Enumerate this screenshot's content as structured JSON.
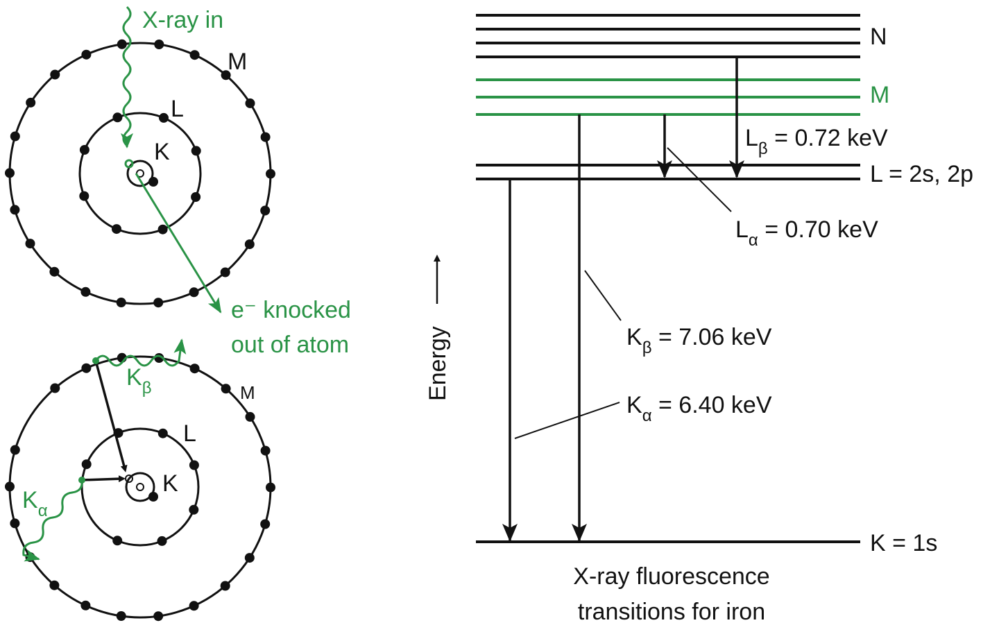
{
  "top_atom": {
    "xray_in": "X-ray in",
    "shell_m": "M",
    "shell_l": "L",
    "shell_k": "K",
    "ejected_line1": "e⁻ knocked",
    "ejected_line2": "out of atom"
  },
  "bottom_atom": {
    "kbeta_main": "K",
    "kbeta_sub": "β",
    "kalpha_main": "K",
    "kalpha_sub": "α",
    "shell_m": "M",
    "shell_l": "L",
    "shell_k": "K"
  },
  "energy_diagram": {
    "axis_label": "Energy",
    "level_n": "N",
    "level_m": "M",
    "level_l": "L = 2s, 2p",
    "level_k": "K = 1s",
    "lbeta": {
      "main": "L",
      "sub": "β",
      "value": " = 0.72 keV"
    },
    "lalpha": {
      "main": "L",
      "sub": "α",
      "value": " = 0.70 keV"
    },
    "kbeta": {
      "main": "K",
      "sub": "β",
      "value": " = 7.06 keV"
    },
    "kalpha": {
      "main": "K",
      "sub": "α",
      "value": " = 6.40 keV"
    },
    "caption_line1": "X-ray fluorescence",
    "caption_line2": "transitions for iron"
  },
  "colors": {
    "accent_green": "#2a9346",
    "ink": "#111111"
  }
}
